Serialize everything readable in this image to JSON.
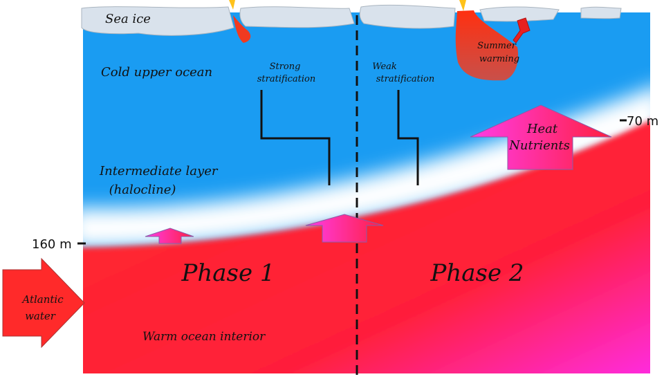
{
  "labels": {
    "sea_ice": "Sea ice",
    "cold_upper_ocean": "Cold upper ocean",
    "strong_strat_1": "Strong",
    "strong_strat_2": "stratification",
    "weak_strat_1": "Weak",
    "weak_strat_2": "stratification",
    "summer_1": "Summer",
    "summer_2": "warming",
    "intermediate_1": "Intermediate layer",
    "intermediate_2": "(halocline)",
    "heat": "Heat",
    "nutrients": "Nutrients",
    "phase1": "Phase 1",
    "phase2": "Phase 2",
    "atlantic_1": "Atlantic",
    "atlantic_2": "water",
    "warm_interior": "Warm ocean interior"
  },
  "depth_marks": {
    "left": "160 m",
    "right": "70 m"
  },
  "colors": {
    "cold": "#1a9cf2",
    "warm": "#ff2424",
    "magenta": "#ff2ee0",
    "ice": "#d9e2ec"
  }
}
